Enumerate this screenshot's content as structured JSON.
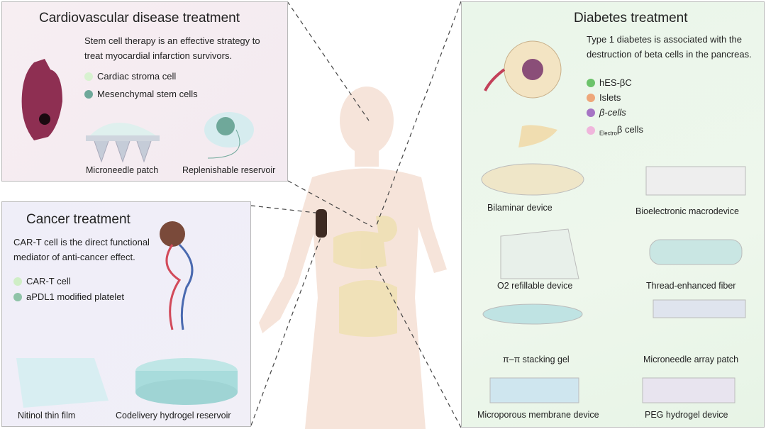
{
  "cardio": {
    "title": "Cardiovascular disease treatment",
    "desc": "Stem cell therapy is an effective strategy to treat myocardial infarction survivors.",
    "legend": [
      {
        "label": "Cardiac stroma cell",
        "color": "#d8f2d0"
      },
      {
        "label": "Mesenchymal stem cells",
        "color": "#6fa89a"
      }
    ],
    "devices": [
      "Microneedle patch",
      "Replenishable reservoir"
    ]
  },
  "cancer": {
    "title": "Cancer treatment",
    "desc": "CAR-T cell is the direct functional mediator of anti-cancer effect.",
    "legend": [
      {
        "label": "CAR-T cell",
        "color": "#cfeec6"
      },
      {
        "label": "aPDL1 modified platelet",
        "color": "#8fc3a8"
      }
    ],
    "devices": [
      "Nitinol thin film",
      "Codelivery hydrogel reservoir"
    ]
  },
  "diabetes": {
    "title": "Diabetes treatment",
    "desc": "Type 1 diabetes is associated with the destruction of beta cells in the pancreas.",
    "legend": [
      {
        "label": "hES-βC",
        "color": "#6cc36a"
      },
      {
        "label": "Islets",
        "color": "#eea77a"
      },
      {
        "label": "β-cells",
        "color": "#a674c4"
      },
      {
        "sub": "Electro",
        "label": "β cells",
        "color": "#f0b6dc"
      }
    ],
    "devices": [
      "Bilaminar device",
      "Bioelectronic macrodevice",
      "O2 refillable device",
      "Thread-enhanced fiber",
      "π–π stacking gel",
      "Microneedle array patch",
      "Microporous membrane device",
      "PEG hydrogel device"
    ]
  },
  "colors": {
    "body": "#f6e3d8",
    "organ": "#eedfb0",
    "heart": "#8e2f52"
  }
}
